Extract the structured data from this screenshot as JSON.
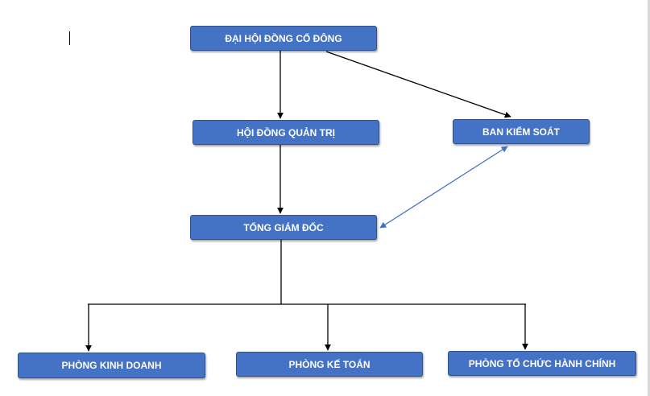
{
  "diagram": {
    "nodes": {
      "general_meeting": "ĐẠI HỘI ĐỒNG CỔ ĐÔNG",
      "board_of_directors": "HỘI ĐỒNG QUẢN TRỊ",
      "supervisory_board": "BAN KIỂM SOÁT",
      "general_director": "TỔNG GIÁM ĐỐC",
      "sales_department": "PHÒNG KINH DOANH",
      "accounting_department": "PHÒNG KẾ TOÁN",
      "hr_admin_department": "PHÒNG TỔ CHỨC HÀNH CHÍNH"
    },
    "edges": [
      {
        "from": "general_meeting",
        "to": "board_of_directors",
        "style": "black-arrow"
      },
      {
        "from": "general_meeting",
        "to": "supervisory_board",
        "style": "black-arrow"
      },
      {
        "from": "board_of_directors",
        "to": "general_director",
        "style": "black-arrow"
      },
      {
        "from": "supervisory_board",
        "to": "general_director",
        "style": "blue-double-arrow"
      },
      {
        "from": "general_director",
        "to": "sales_department",
        "style": "black-arrow"
      },
      {
        "from": "general_director",
        "to": "accounting_department",
        "style": "black-arrow"
      },
      {
        "from": "general_director",
        "to": "hr_admin_department",
        "style": "black-arrow"
      }
    ],
    "colors": {
      "node_fill": "#4472c4",
      "node_border": "#2f528f",
      "node_text": "#ffffff",
      "connector": "#000000",
      "bidirectional_connector": "#4472c4"
    }
  }
}
